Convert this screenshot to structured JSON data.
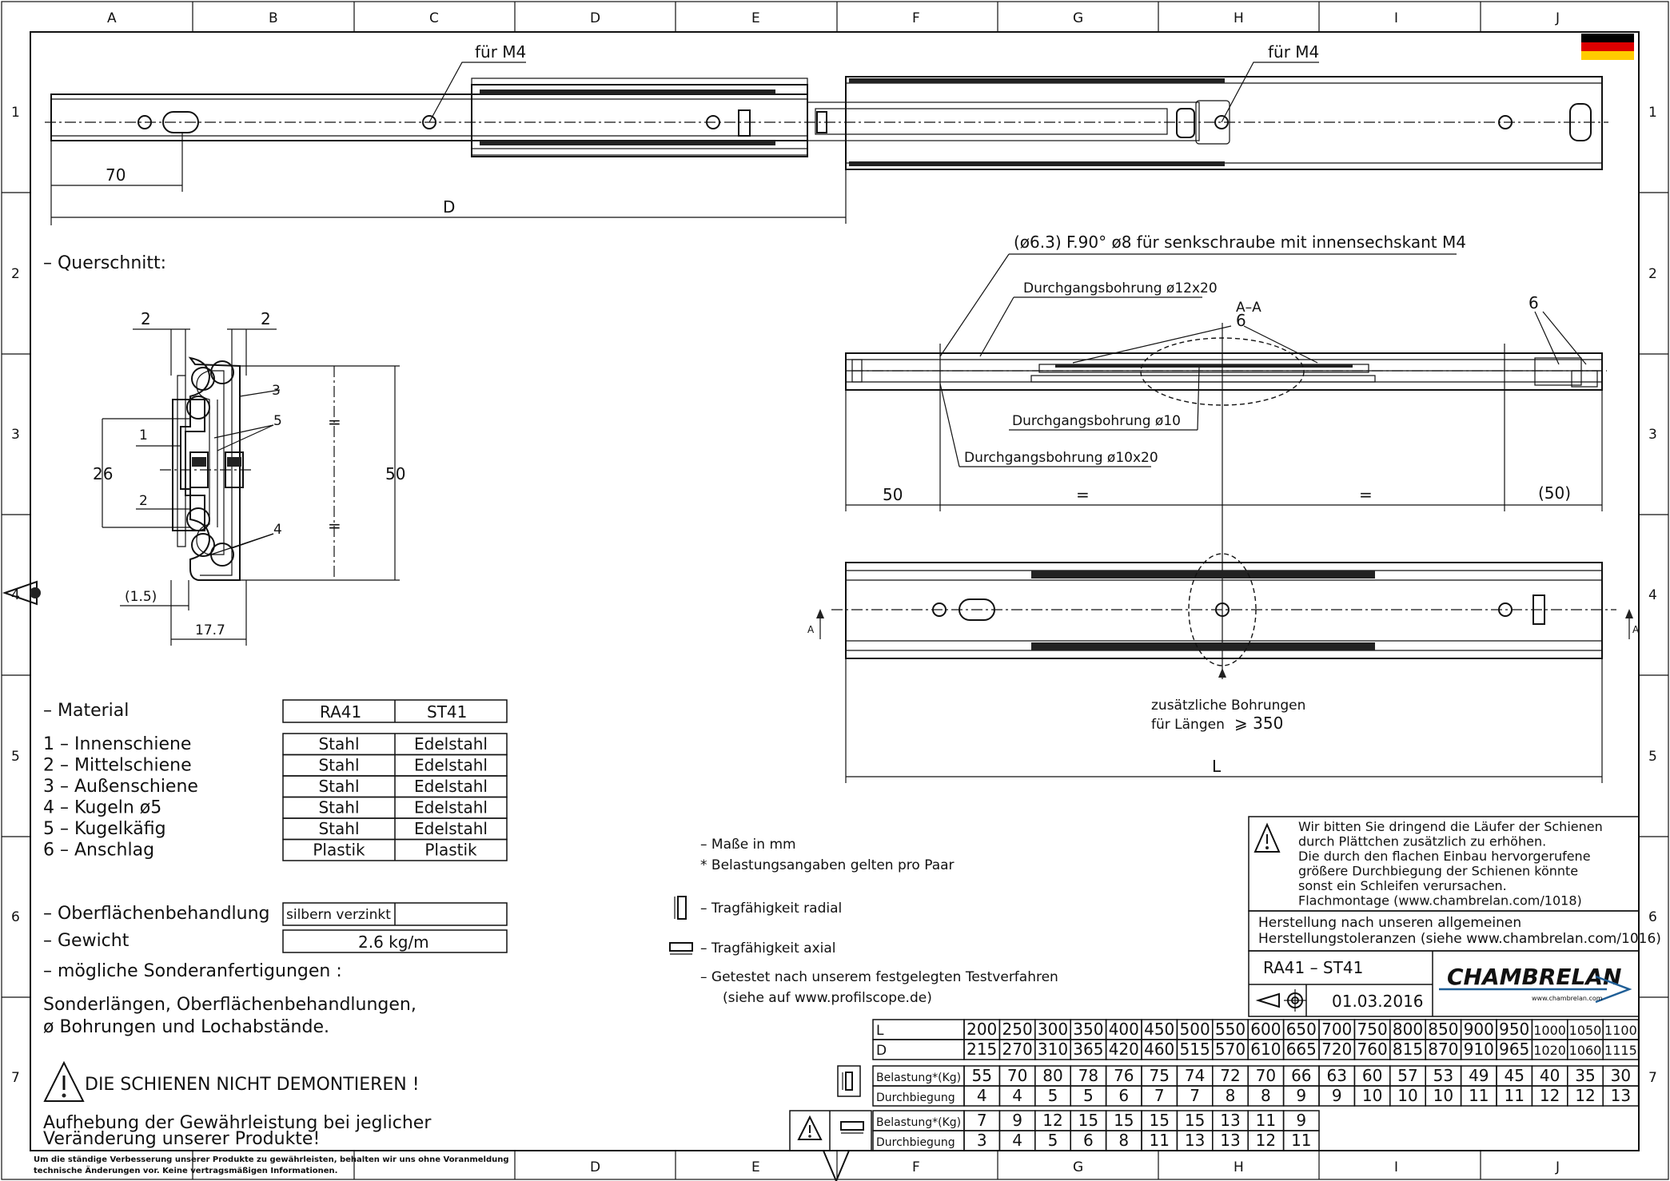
{
  "frame": {
    "cols_top": [
      "A",
      "B",
      "C",
      "D",
      "E",
      "F",
      "G",
      "H",
      "I",
      "J"
    ],
    "cols_bottom": [
      "D",
      "E",
      "F",
      "G",
      "H",
      "I",
      "J"
    ],
    "rows": [
      "1",
      "2",
      "3",
      "4",
      "5",
      "6",
      "7"
    ]
  },
  "top_view": {
    "label_m4_left": "für M4",
    "label_m4_right": "für M4",
    "dim_70": "70",
    "dim_D": "D"
  },
  "cross_section": {
    "heading": "– Querschnitt:",
    "dim_2_left": "2",
    "dim_2_right": "2",
    "dim_26": "26",
    "dim_50": "50",
    "dim_1_5": "(1.5)",
    "dim_17_7": "17.7",
    "eq1": "=",
    "eq2": "=",
    "parts": [
      "1",
      "2",
      "3",
      "4",
      "5"
    ]
  },
  "side_view": {
    "note_top": "(ø6.3) F.90° ø8 für senkschraube mit innensechskant M4",
    "bore_12x20": "Durchgangsbohrung ø12x20",
    "section": "A–A",
    "six_mid": "6",
    "six_right": "6",
    "bore_10": "Durchgangsbohrung ø10",
    "bore_10x20": "Durchgangsbohrung ø10x20",
    "dim_50": "50",
    "dim_eq1": "=",
    "dim_eq2": "=",
    "dim_50p": "(50)"
  },
  "bottom_view": {
    "arrow_A_left": "A",
    "arrow_A_right": "A",
    "note_line1": "zusätzliche Bohrungen",
    "note_line2": "für Längen",
    "note_ge": "⩾ 350",
    "dim_L": "L"
  },
  "material": {
    "label": "– Material",
    "col1": "RA41",
    "col2": "ST41",
    "rows": [
      {
        "name": "1  –  Innenschiene",
        "a": "Stahl",
        "b": "Edelstahl"
      },
      {
        "name": "2  –  Mittelschiene",
        "a": "Stahl",
        "b": "Edelstahl"
      },
      {
        "name": "3  –  Außenschiene",
        "a": "Stahl",
        "b": "Edelstahl"
      },
      {
        "name": "4  –  Kugeln  ø5",
        "a": "Stahl",
        "b": "Edelstahl"
      },
      {
        "name": "5  –  Kugelkäfig",
        "a": "Stahl",
        "b": "Edelstahl"
      },
      {
        "name": "6  –  Anschlag",
        "a": "Plastik",
        "b": "Plastik"
      }
    ]
  },
  "surface": {
    "label": "– Oberflächenbehandlung",
    "value": "silbern verzinkt",
    "weight_label": "– Gewicht",
    "weight_value": "2.6  kg/m",
    "special_label": "– mögliche Sonderanfertigungen :",
    "special_line1": "Sonderlängen, Oberflächenbehandlungen,",
    "special_line2": "ø Bohrungen  und  Lochabstände."
  },
  "warning": {
    "dont": "DIE SCHIENEN NICHT DEMONTIEREN !",
    "line1": "Aufhebung der Gewährleistung bei jeglicher",
    "line2": "Veränderung unserer Produkte!"
  },
  "footer_note": {
    "line1": "Um die ständige Verbesserung unserer Produkte zu gewährleisten, behalten wir uns ohne Voranmeldung",
    "line2": "technische Änderungen vor. Keine vertragsmäßigen Informationen."
  },
  "notes": {
    "mm": "– Maße in mm",
    "load": "*  Belastungsangaben  gelten  pro  Paar",
    "radial": "–  Tragfähigkeit  radial",
    "axial": "–  Tragfähigkeit  axial",
    "test1": "–  Getestet  nach  unserem  festgelegten  Testverfahren",
    "test2": "(siehe  auf  www.profilscope.de)"
  },
  "info_box": {
    "lines": [
      "Wir bitten Sie dringend die Läufer der Schienen",
      "durch Plättchen zusätzlich zu erhöhen.",
      "Die durch den flachen Einbau hervorgerufene",
      "größere Durchbiegung der Schienen könnte",
      "sonst ein Schleifen verursachen.",
      "Flachmontage (www.chambrelan.com/1018)"
    ],
    "mfg1": "Herstellung  nach  unseren  allgemeinen",
    "mfg2": "Herstellungstoleranzen  (siehe  www.chambrelan.com/1016)",
    "product": "RA41  –  ST41",
    "date": "01.03.2016",
    "brand": "CHAMBRELAN",
    "brand_url": "www.chambrelan.com"
  },
  "spec_table": {
    "L": [
      "200",
      "250",
      "300",
      "350",
      "400",
      "450",
      "500",
      "550",
      "600",
      "650",
      "700",
      "750",
      "800",
      "850",
      "900",
      "950",
      "1000",
      "1050",
      "1100"
    ],
    "D": [
      "215",
      "270",
      "310",
      "365",
      "420",
      "460",
      "515",
      "570",
      "610",
      "665",
      "720",
      "760",
      "815",
      "870",
      "910",
      "965",
      "1020",
      "1060",
      "1115"
    ],
    "radial_load": [
      "55",
      "70",
      "80",
      "78",
      "76",
      "75",
      "74",
      "72",
      "70",
      "66",
      "63",
      "60",
      "57",
      "53",
      "49",
      "45",
      "40",
      "35",
      "30"
    ],
    "radial_defl": [
      "4",
      "4",
      "5",
      "5",
      "6",
      "7",
      "7",
      "8",
      "8",
      "9",
      "9",
      "10",
      "10",
      "10",
      "11",
      "11",
      "12",
      "12",
      "13"
    ],
    "axial_load": [
      "7",
      "9",
      "12",
      "15",
      "15",
      "15",
      "15",
      "13",
      "11",
      "9"
    ],
    "axial_defl": [
      "3",
      "4",
      "5",
      "6",
      "8",
      "11",
      "13",
      "13",
      "12",
      "11"
    ],
    "label_L": "L",
    "label_D": "D",
    "label_load": "Belastung*(Kg)",
    "label_defl": "Durchbiegung"
  },
  "colors": {
    "flag_black": "#000000",
    "flag_red": "#dd0000",
    "flag_gold": "#ffcc00",
    "brand_blue": "#1f5e96"
  }
}
